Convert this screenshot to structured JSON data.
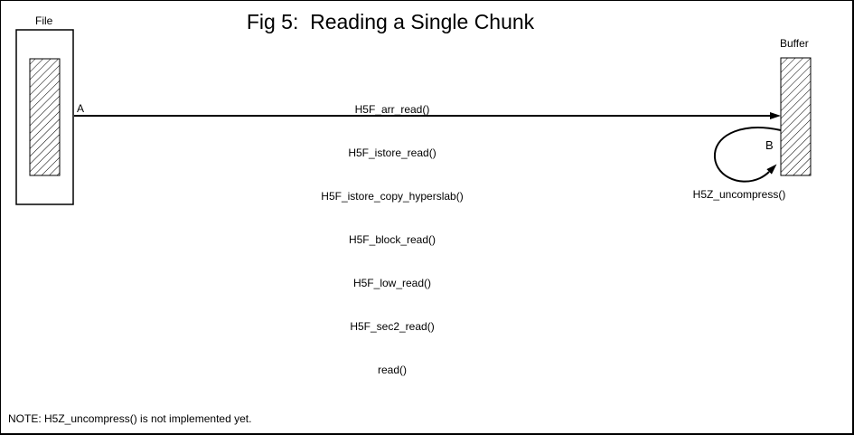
{
  "figure": {
    "title": "Fig 5:  Reading a Single Chunk",
    "note": "NOTE: H5Z_uncompress() is not implemented yet."
  },
  "file": {
    "label": "File"
  },
  "buffer": {
    "label": "Buffer"
  },
  "arrows": {
    "a_label": "A",
    "b_label": "B",
    "b_caption": "H5Z_uncompress()"
  },
  "call_stack": {
    "above_line": [
      "H5F_arr_read()",
      "H5F_istore_read()",
      "H5F_istore_copy_hyperslab()"
    ],
    "below_line": [
      "H5F_block_read()",
      "H5F_low_read()",
      "H5F_sec2_read()",
      "read()"
    ]
  },
  "colors": {
    "ink": "#000000",
    "background": "#ffffff"
  }
}
